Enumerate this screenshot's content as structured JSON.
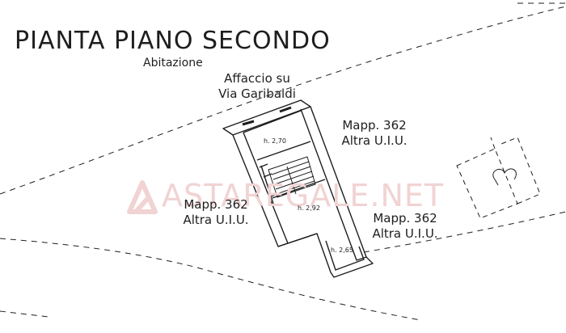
{
  "drawing": {
    "title": "PIANTA PIANO SECONDO",
    "subtitle": "Abitazione"
  },
  "frontage_label": {
    "line1": "Affaccio su",
    "line2": "Via Garibaldi"
  },
  "neighbors": {
    "top_right": {
      "line1": "Mapp. 362",
      "line2": "Altra U.I.U."
    },
    "left": {
      "line1": "Mapp. 362",
      "line2": "Altra U.I.U."
    },
    "bottom_right": {
      "line1": "Mapp. 362",
      "line2": "Altra U.I.U."
    }
  },
  "room_heights": {
    "room_top": "h. 2,70",
    "room_middle": "h. 2,92",
    "room_bottom": "h. 2,65"
  },
  "watermark": {
    "text": "ASTAREGALE.NET",
    "color": "#f1d3d3"
  },
  "colors": {
    "line": "#1e1e1e",
    "paper": "#ffffff"
  }
}
